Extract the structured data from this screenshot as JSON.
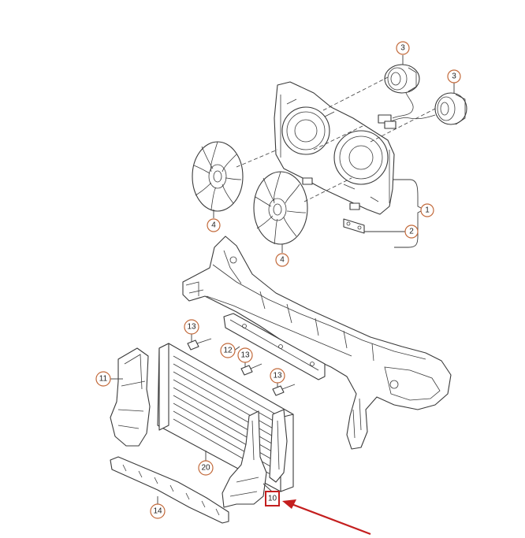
{
  "callouts": {
    "c1": "1",
    "c2": "2",
    "c3a": "3",
    "c3b": "3",
    "c4a": "4",
    "c4b": "4",
    "c10": "10",
    "c11": "11",
    "c12": "12",
    "c13a": "13",
    "c13b": "13",
    "c13c": "13",
    "c14": "14",
    "c20": "20"
  },
  "colors": {
    "callout_ring": "#c2693a",
    "highlight": "#c41e1e",
    "line": "#3a3a3a"
  }
}
